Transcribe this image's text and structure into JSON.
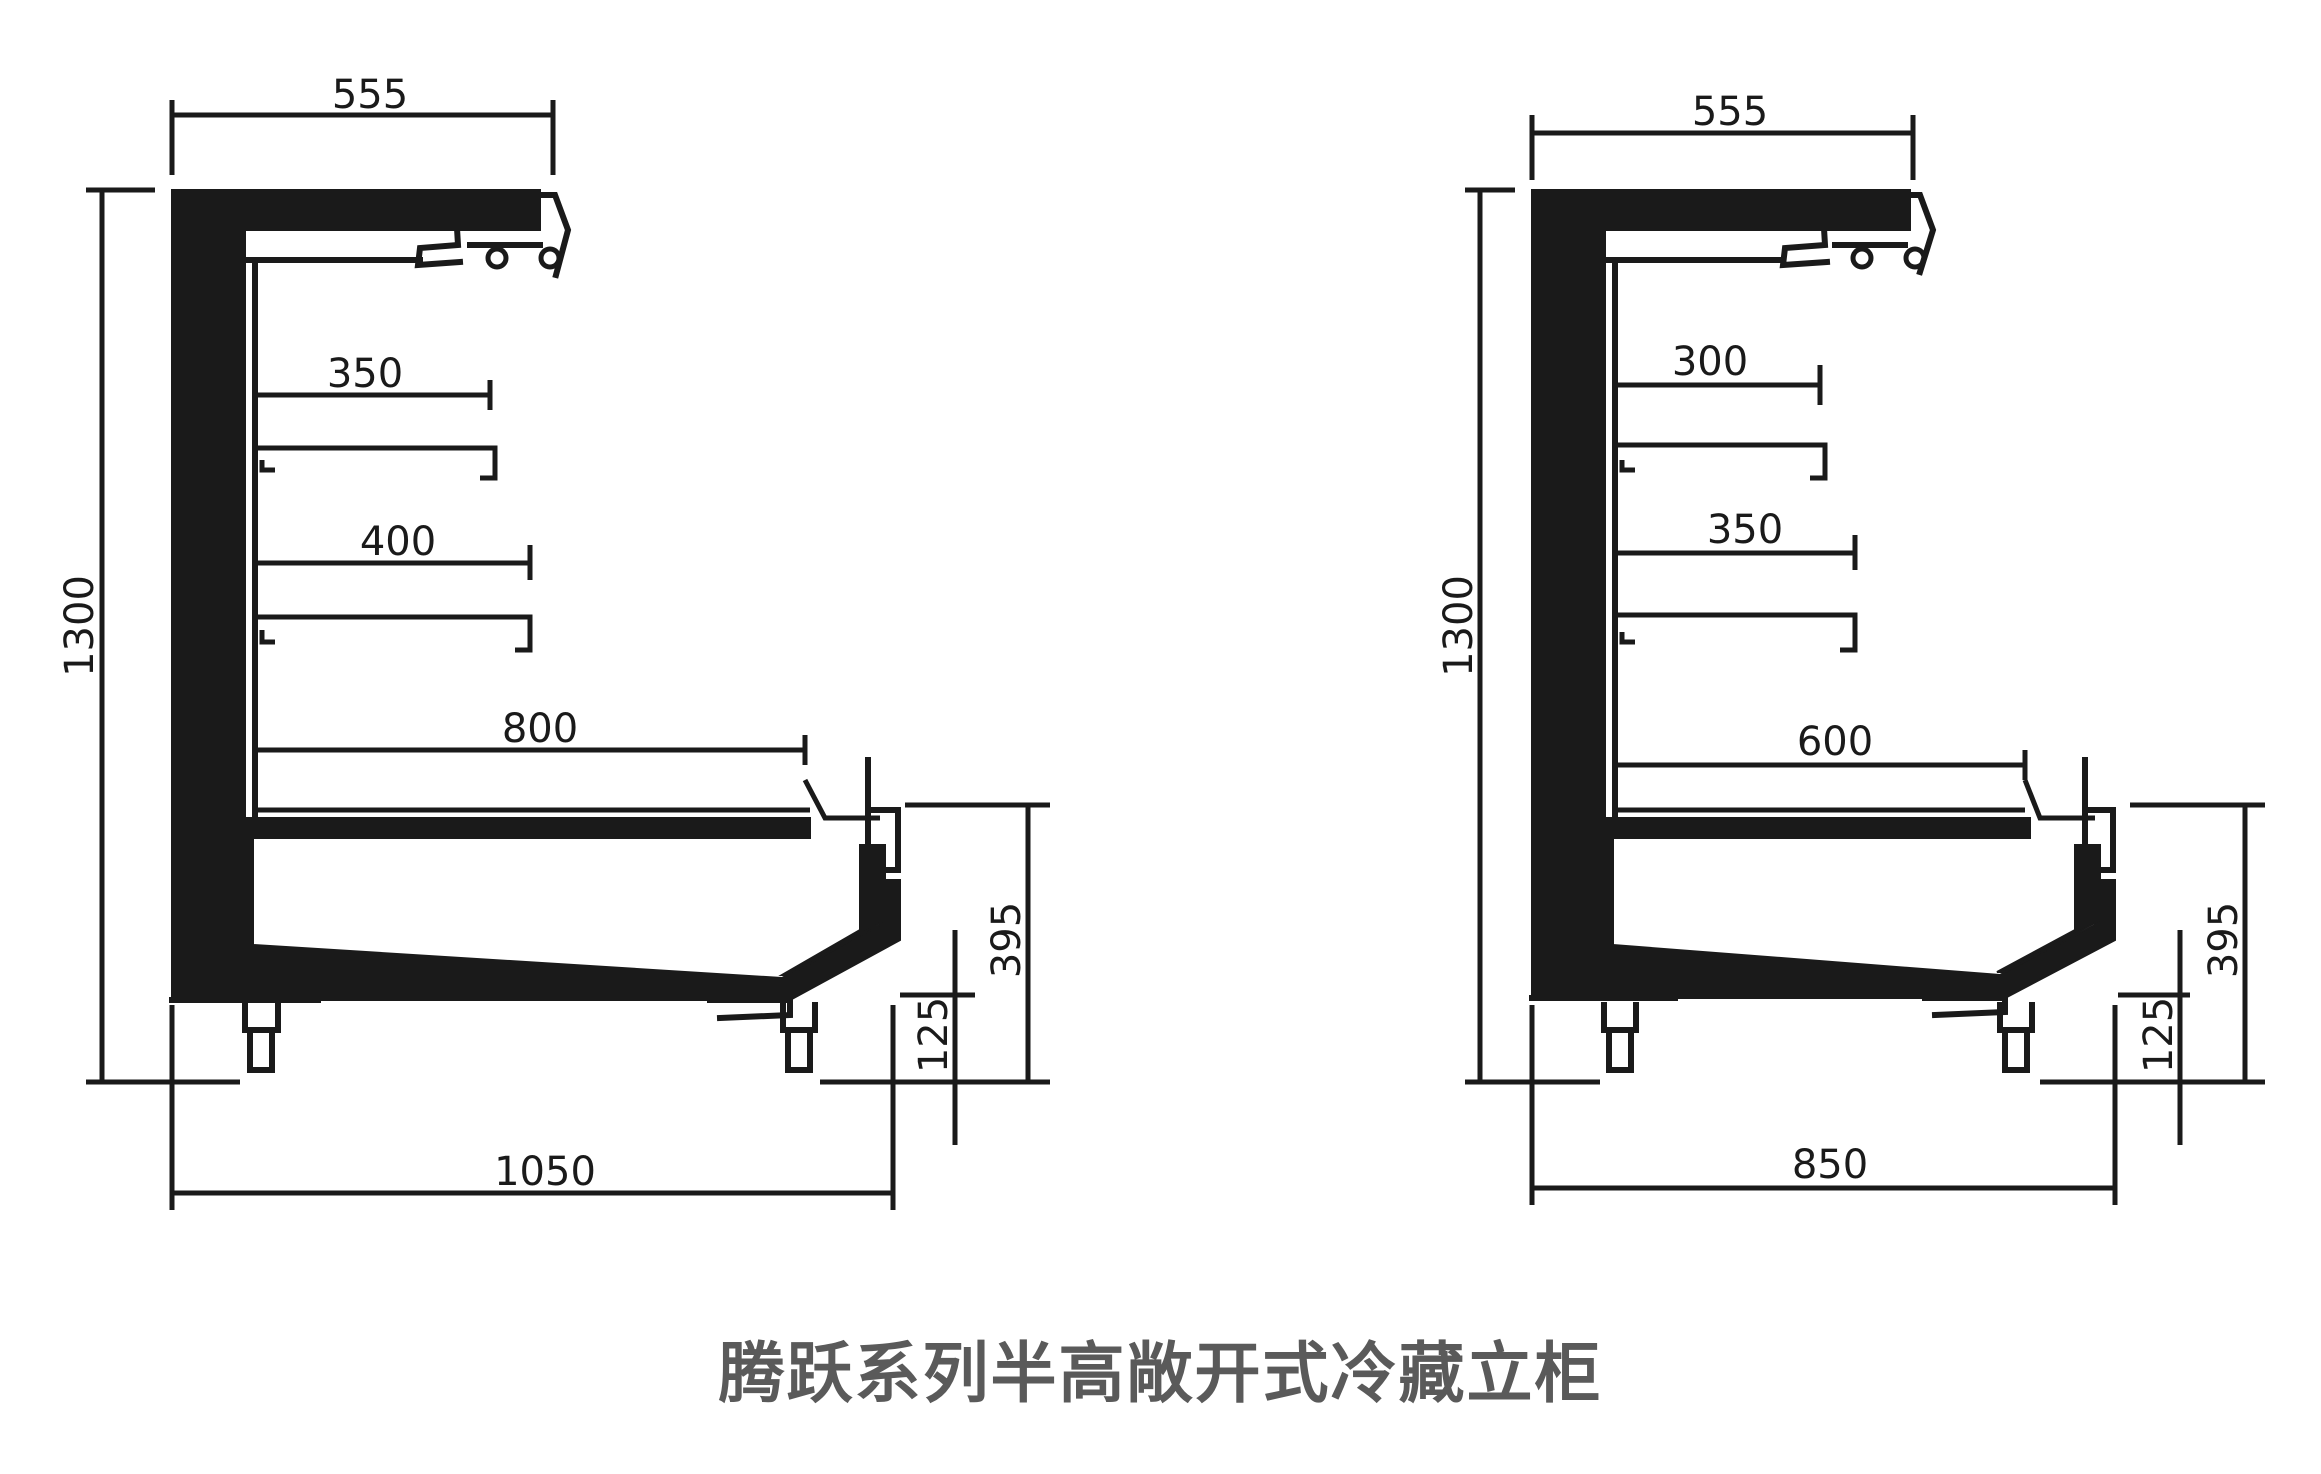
{
  "caption": "腾跃系列半高敞开式冷藏立柜",
  "units": "mm",
  "left_view": {
    "top_width": "555",
    "height": "1300",
    "shelf1": "350",
    "shelf2": "400",
    "shelf3": "800",
    "total_width": "1050",
    "front_height": "395",
    "foot_height": "125"
  },
  "right_view": {
    "top_width": "555",
    "height": "1300",
    "shelf1": "300",
    "shelf2": "350",
    "shelf3": "600",
    "total_width": "850",
    "front_height": "395",
    "foot_height": "125"
  }
}
